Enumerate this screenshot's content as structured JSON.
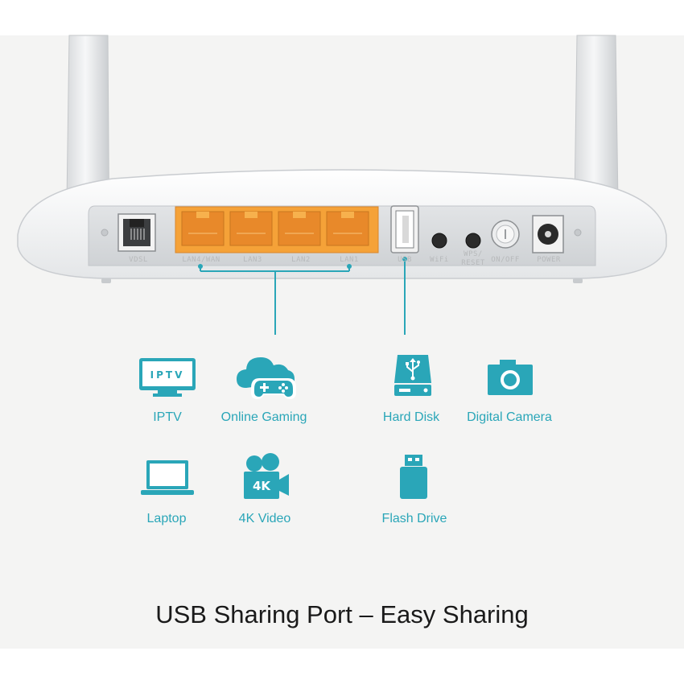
{
  "router": {
    "ports": {
      "vdsl": "VDSL",
      "lan4_wan": "LAN4/WAN",
      "lan3": "LAN3",
      "lan2": "LAN2",
      "lan1": "LAN1",
      "usb": "USB",
      "wifi": "WiFi",
      "wps_reset_line1": "WPS/",
      "wps_reset_line2": "RESET",
      "on_off": "ON/OFF",
      "power": "POWER"
    }
  },
  "devices": {
    "iptv": {
      "label": "IPTV",
      "icon_text": "IPTV",
      "icon": "tv-icon"
    },
    "online_gaming": {
      "label": "Online Gaming",
      "icon": "cloud-gamepad-icon"
    },
    "hard_disk": {
      "label": "Hard Disk",
      "icon": "hard-disk-icon"
    },
    "digital_camera": {
      "label": "Digital Camera",
      "icon": "camera-icon"
    },
    "laptop": {
      "label": "Laptop",
      "icon": "laptop-icon"
    },
    "video_4k": {
      "label": "4K Video",
      "icon_text": "4K",
      "icon": "video-camera-icon"
    },
    "flash_drive": {
      "label": "Flash Drive",
      "icon": "usb-flash-drive-icon"
    }
  },
  "caption": "USB Sharing Port – Easy Sharing",
  "colors": {
    "accent": "#2aa6b8",
    "lan_port": "#f5a238",
    "background": "#f4f4f3"
  }
}
